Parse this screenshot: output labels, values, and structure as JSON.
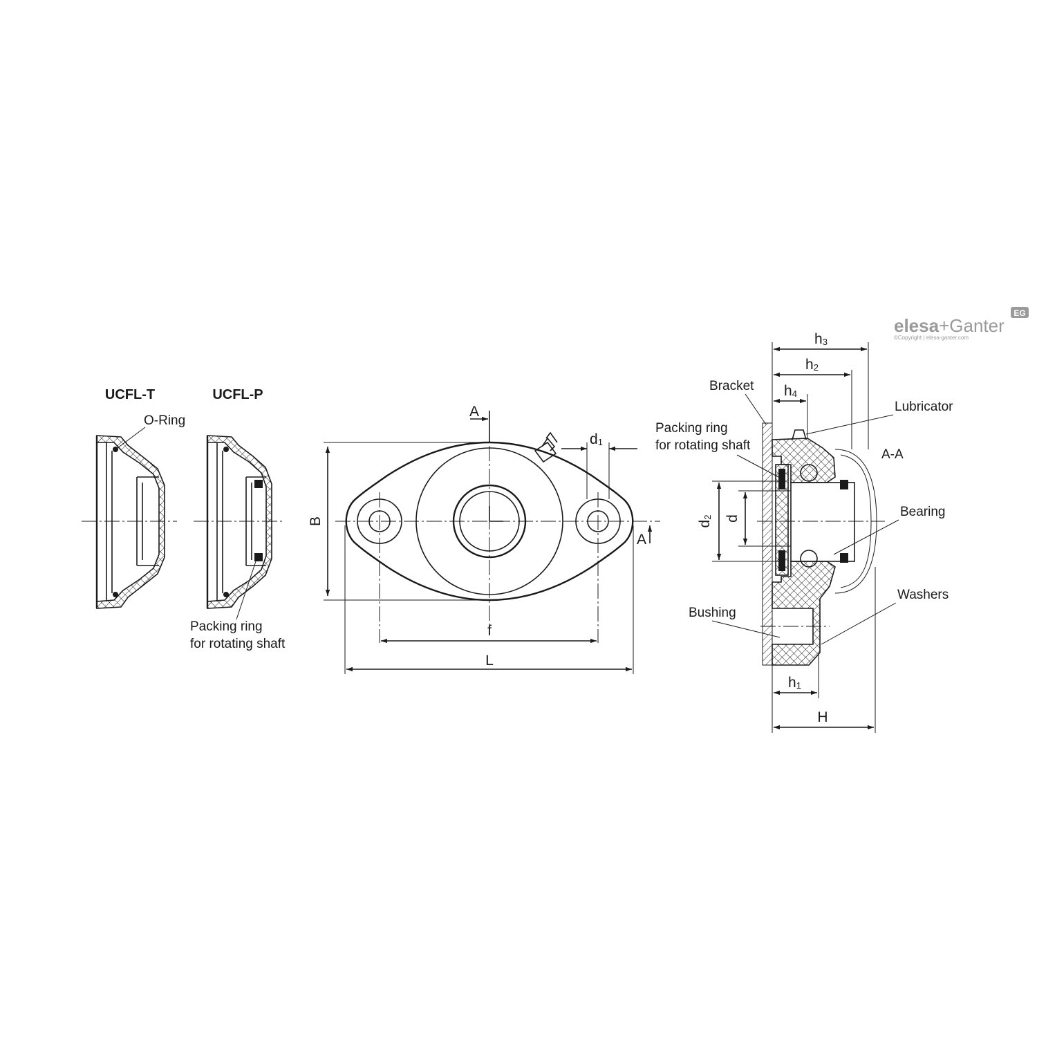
{
  "brand": {
    "name_bold": "elesa",
    "name_rest": "+Ganter",
    "badge": "EG",
    "copyright": "©Copyright | elesa-ganter.com"
  },
  "variants": {
    "t_title": "UCFL-T",
    "p_title": "UCFL-P",
    "oring_label": "O-Ring",
    "packing_line1": "Packing ring",
    "packing_line2": "for rotating shaft"
  },
  "front_view": {
    "dim_A": "A",
    "dim_B": "B",
    "dim_d1": "d",
    "dim_d1_sub": "1",
    "dim_f": "f",
    "dim_L": "L"
  },
  "section": {
    "title": "A-A",
    "h3": "h",
    "h3_sub": "3",
    "h2": "h",
    "h2_sub": "2",
    "h4": "h",
    "h4_sub": "4",
    "h1": "h",
    "h1_sub": "1",
    "H": "H",
    "d2": "d",
    "d2_sub": "2",
    "d": "d",
    "bracket": "Bracket",
    "packing_line1": "Packing ring",
    "packing_line2": "for rotating shaft",
    "lubricator": "Lubricator",
    "bearing": "Bearing",
    "washers": "Washers",
    "bushing": "Bushing"
  }
}
